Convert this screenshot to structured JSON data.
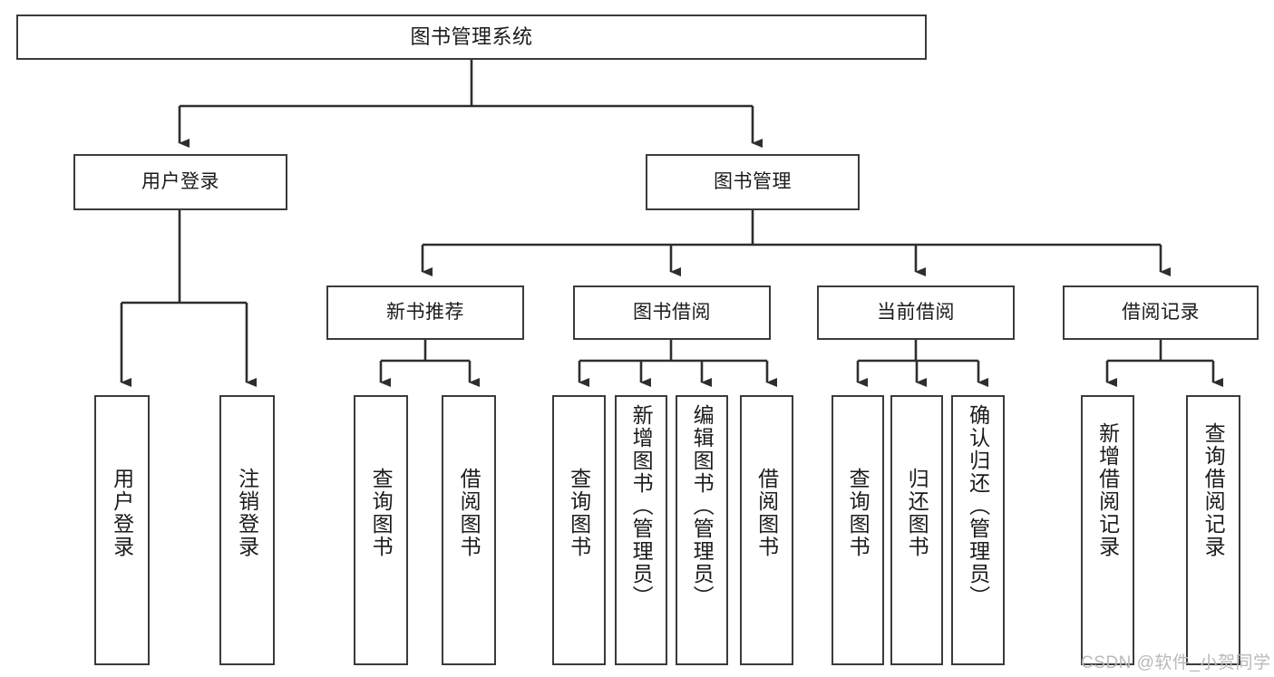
{
  "diagram": {
    "title": "图书管理系统",
    "type": "hierarchy-tree",
    "nodes": {
      "root": {
        "label": "图书管理系统"
      },
      "level2": [
        {
          "id": "user-login",
          "label": "用户登录"
        },
        {
          "id": "book-manage",
          "label": "图书管理"
        }
      ],
      "level3": [
        {
          "id": "new-book-recommend",
          "label": "新书推荐"
        },
        {
          "id": "book-borrow",
          "label": "图书借阅"
        },
        {
          "id": "current-borrow",
          "label": "当前借阅"
        },
        {
          "id": "borrow-record",
          "label": "借阅记录"
        }
      ],
      "leaves": {
        "user-login": [
          {
            "id": "leaf-user-login",
            "label": "用户登录"
          },
          {
            "id": "leaf-logout-login",
            "label": "注销登录"
          }
        ],
        "new-book-recommend": [
          {
            "id": "leaf-query-book-1",
            "label": "查询图书"
          },
          {
            "id": "leaf-borrow-book-1",
            "label": "借阅图书"
          }
        ],
        "book-borrow": [
          {
            "id": "leaf-query-book-2",
            "label": "查询图书"
          },
          {
            "id": "leaf-add-book",
            "label": "新增图书（管理员）"
          },
          {
            "id": "leaf-edit-book",
            "label": "编辑图书（管理员）"
          },
          {
            "id": "leaf-borrow-book-2",
            "label": "借阅图书"
          }
        ],
        "current-borrow": [
          {
            "id": "leaf-query-book-3",
            "label": "查询图书"
          },
          {
            "id": "leaf-return-book",
            "label": "归还图书"
          },
          {
            "id": "leaf-confirm-return",
            "label": "确认归还（管理员）"
          }
        ],
        "borrow-record": [
          {
            "id": "leaf-add-record",
            "label": "新增借阅记录"
          },
          {
            "id": "leaf-query-record",
            "label": "查询借阅记录"
          }
        ]
      }
    },
    "colors": {
      "border": "#3b3b3b",
      "background": "#ffffff",
      "text": "#1b1b1b",
      "watermark": "#b9b9b9"
    }
  },
  "watermark": {
    "text": "CSDN @软件_小贺同学"
  }
}
